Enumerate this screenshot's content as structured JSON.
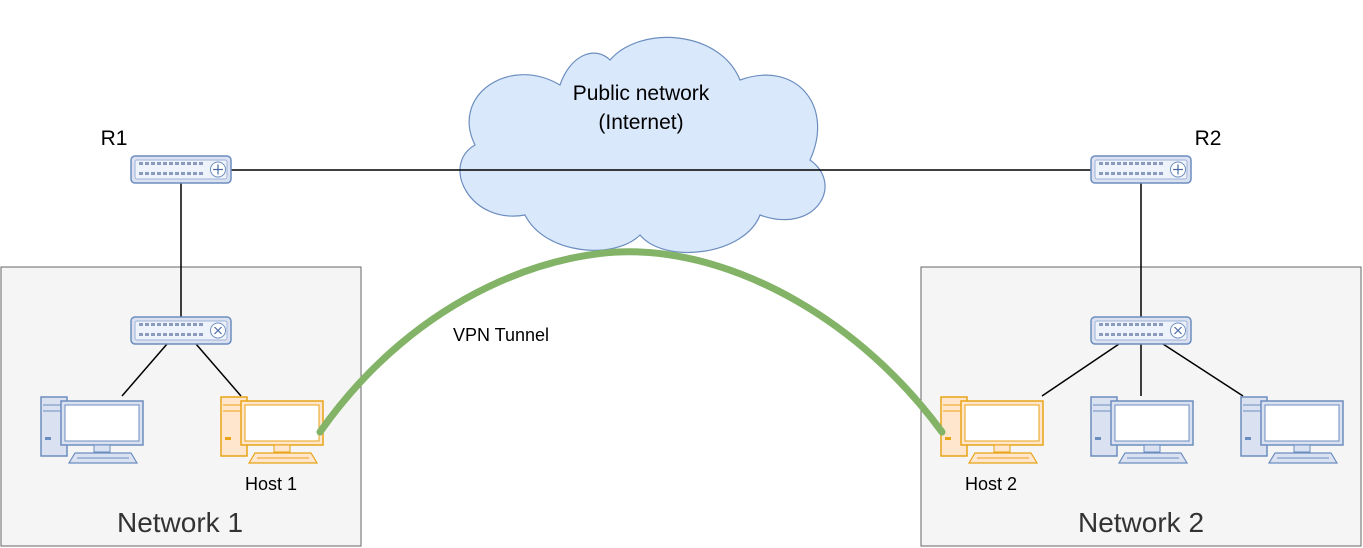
{
  "networks": [
    {
      "id": "net1",
      "label": "Network 1"
    },
    {
      "id": "net2",
      "label": "Network 2"
    }
  ],
  "routers": [
    {
      "id": "r1",
      "label": "R1"
    },
    {
      "id": "r2",
      "label": "R2"
    }
  ],
  "cloud": {
    "line1": "Public network",
    "line2": "(Internet)"
  },
  "hosts": [
    {
      "id": "host1",
      "label": "Host 1"
    },
    {
      "id": "host2",
      "label": "Host 2"
    }
  ],
  "tunnel": {
    "label": "VPN Tunnel"
  },
  "colors": {
    "network_fill": "#f5f5f5",
    "network_stroke": "#666666",
    "cloud_fill": "#dae8fc",
    "cloud_stroke": "#6c8ebf",
    "device_fill": "#dae1f0",
    "device_stroke": "#6c8ebf",
    "highlight_fill": "#ffe6cc",
    "highlight_stroke": "#e8a317",
    "tunnel": "#82b366"
  },
  "icons": [
    "router-icon",
    "switch-icon",
    "computer-icon",
    "cloud-icon"
  ]
}
